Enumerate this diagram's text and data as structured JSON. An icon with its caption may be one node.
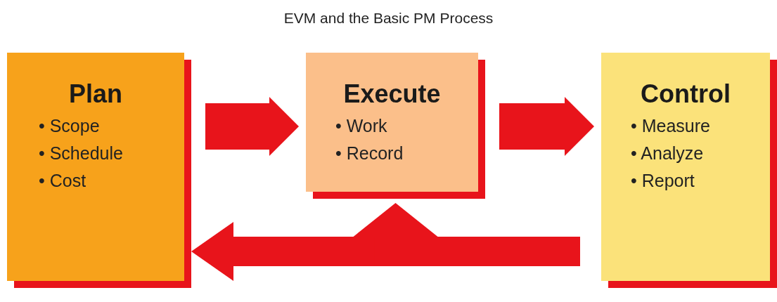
{
  "diagram": {
    "title": "EVM and the Basic PM Process",
    "nodes": [
      {
        "text": [
          "Plan",
          "• Scope",
          "• Schedule",
          "• Cost"
        ]
      },
      {
        "text": [
          "Execute",
          "• Work",
          "• Record"
        ]
      },
      {
        "text": [
          "Control",
          "• Measure",
          "• Analyze",
          "• Report"
        ]
      }
    ],
    "edges": [
      {
        "from": 0,
        "to": 1,
        "arrow": "to"
      },
      {
        "from": 1,
        "to": 2,
        "arrow": "to"
      },
      {
        "from": 2,
        "to": 0,
        "arrow": "to"
      },
      {
        "from": 2,
        "to": 1,
        "arrow": "to"
      }
    ]
  }
}
